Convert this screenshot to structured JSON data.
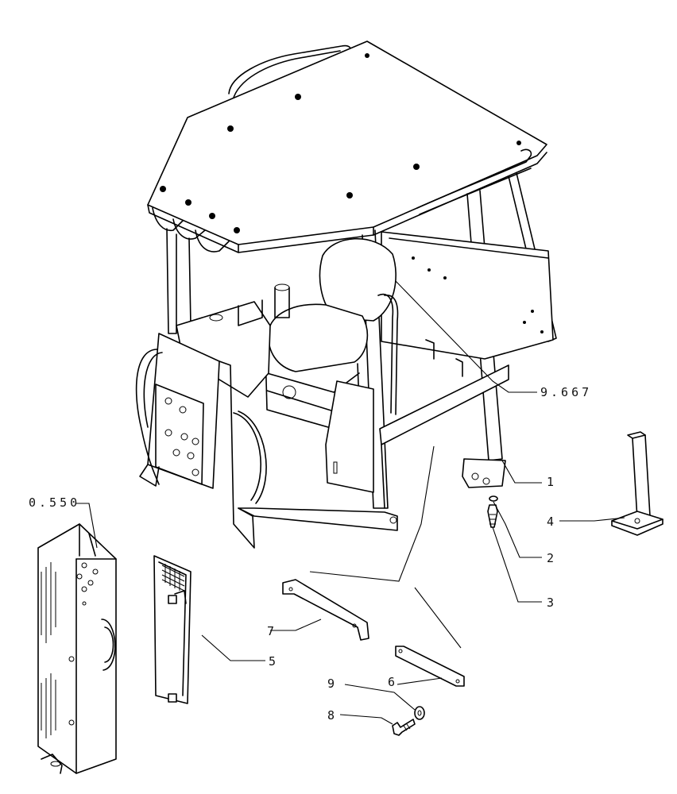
{
  "callouts": {
    "ref_9667": "9.667",
    "ref_0550": "0.550",
    "item_1": "1",
    "item_2": "2",
    "item_3": "3",
    "item_4": "4",
    "item_5": "5",
    "item_6": "6",
    "item_7": "7",
    "item_8": "8",
    "item_9": "9"
  }
}
